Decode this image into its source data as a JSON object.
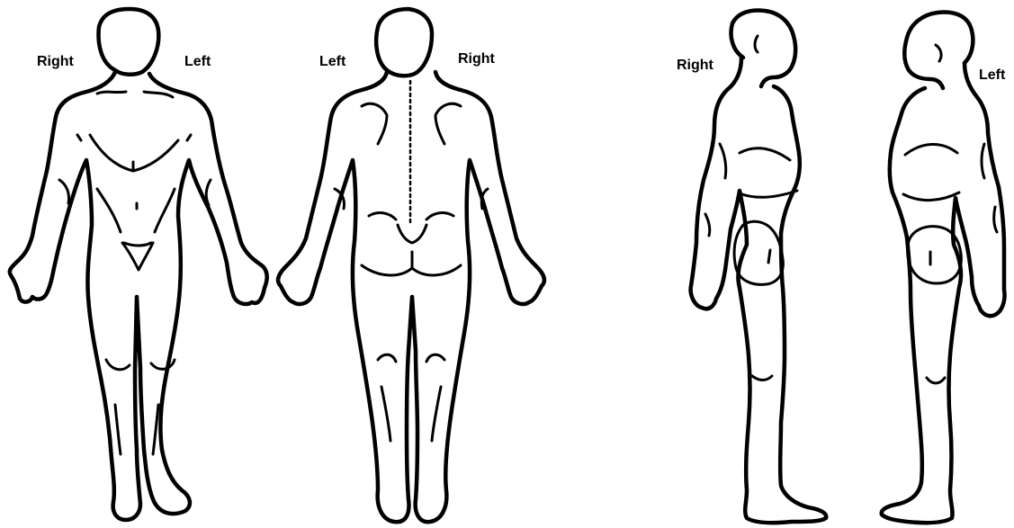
{
  "labels": {
    "front_right": "Right",
    "front_left": "Left",
    "back_left": "Left",
    "back_right": "Right",
    "side_right": "Right",
    "side_left": "Left"
  },
  "colors": {
    "ink": "#000000",
    "paper": "#ffffff"
  }
}
